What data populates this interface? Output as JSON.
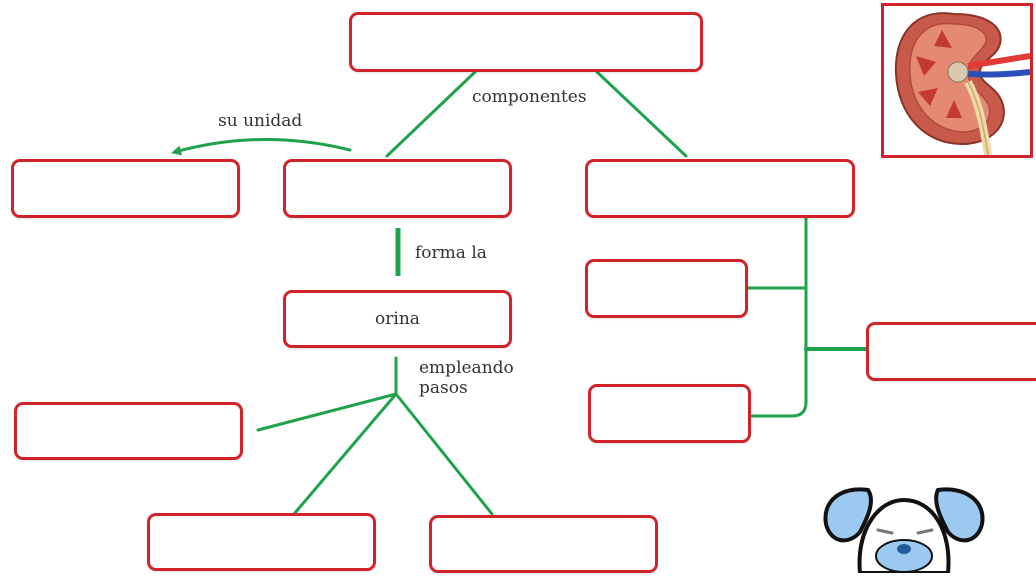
{
  "diagram": {
    "labels": {
      "componentes": "componentes",
      "su_unidad": "su unidad",
      "forma_la": "forma la",
      "empleando_line1": "empleando",
      "empleando_line2": "pasos"
    },
    "boxes": {
      "top": "",
      "unit": "",
      "center_left": "",
      "center_right": "",
      "orina": "orina",
      "right_upper": "",
      "right_lower": "",
      "far_right": "",
      "step_left": "",
      "step_bottom_left": "",
      "step_bottom_right": ""
    },
    "colors": {
      "box_border": "#d2232a",
      "connector": "#1fa34a",
      "text": "#333333"
    },
    "images": {
      "kidney": "kidney-illustration",
      "mascot": "dog-mascot-illustration"
    }
  }
}
